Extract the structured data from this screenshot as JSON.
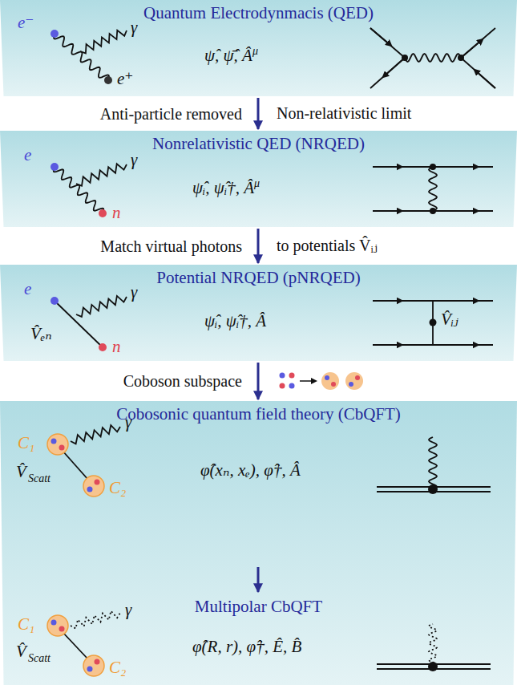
{
  "diagram": {
    "nodes": [
      {
        "text": [
          "Quantum Electrodynmacis (QED)",
          "ψ̂, ψ̄̂, Â"
        ]
      },
      {
        "text": [
          "Nonrelativistic QED (NRQED)",
          "ψ̂ᵢ, ψ̂ᵢ†, Â"
        ]
      },
      {
        "text": [
          "Potential NRQED (pNRQED)",
          "ψ̂ᵢ, ψ̂ᵢ†, Â"
        ]
      },
      {
        "text": [
          "Cobosonic quantum field theory (CbQFT)",
          "φ̂(xₙ, xₑ), φ̂†, Â"
        ]
      },
      {
        "text": [
          "Multipolar CbQFT",
          "φ̂(R, r), φ̂†, Ê, B̂"
        ]
      }
    ],
    "edges": [
      {
        "from": 0,
        "to": 1,
        "arrow": "to",
        "label": "Anti-particle removed"
      },
      {
        "from": 1,
        "to": 2,
        "arrow": "to",
        "label": "Match virtual photons"
      },
      {
        "from": 2,
        "to": 3,
        "arrow": "to",
        "label": "Coboson subspace"
      },
      {
        "from": 3,
        "to": 4,
        "arrow": "to"
      }
    ],
    "labels": [
      "e⁻",
      "γ",
      "e⁺",
      "μ",
      "e",
      "γ",
      "n",
      "μ",
      "e",
      "V̂ₑₙ",
      "n",
      "γ",
      "V̂ᵢⱼ",
      "C₁",
      "V̂",
      "Scatt",
      "C₂",
      "γ",
      "C₁",
      "V̂",
      "Scatt",
      "C₂",
      "γ",
      "Non-relativistic limit",
      "to potentials V̂ᵢⱼ"
    ]
  }
}
